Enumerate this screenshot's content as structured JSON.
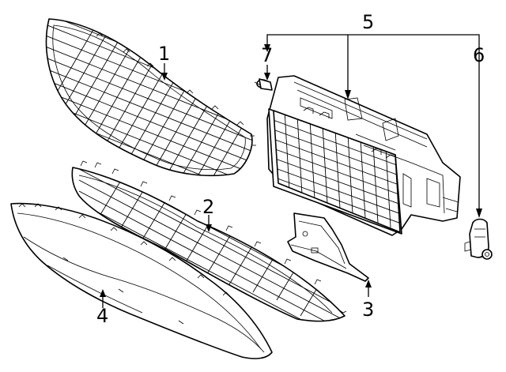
{
  "callouts": {
    "c1": "1",
    "c2": "2",
    "c3": "3",
    "c4": "4",
    "c5": "5",
    "c6": "6",
    "c7": "7"
  },
  "parts": [
    {
      "callout": "1",
      "icon": "upper-grille-mesh"
    },
    {
      "callout": "2",
      "icon": "lower-grille-mesh"
    },
    {
      "callout": "3",
      "icon": "bracket"
    },
    {
      "callout": "4",
      "icon": "lower-trim-panel"
    },
    {
      "callout": "5",
      "icon": "shutter-assembly"
    },
    {
      "callout": "6",
      "icon": "actuator-motor"
    },
    {
      "callout": "7",
      "icon": "push-pin-clip"
    }
  ],
  "colors": {
    "line": "#000000",
    "background": "#ffffff"
  }
}
